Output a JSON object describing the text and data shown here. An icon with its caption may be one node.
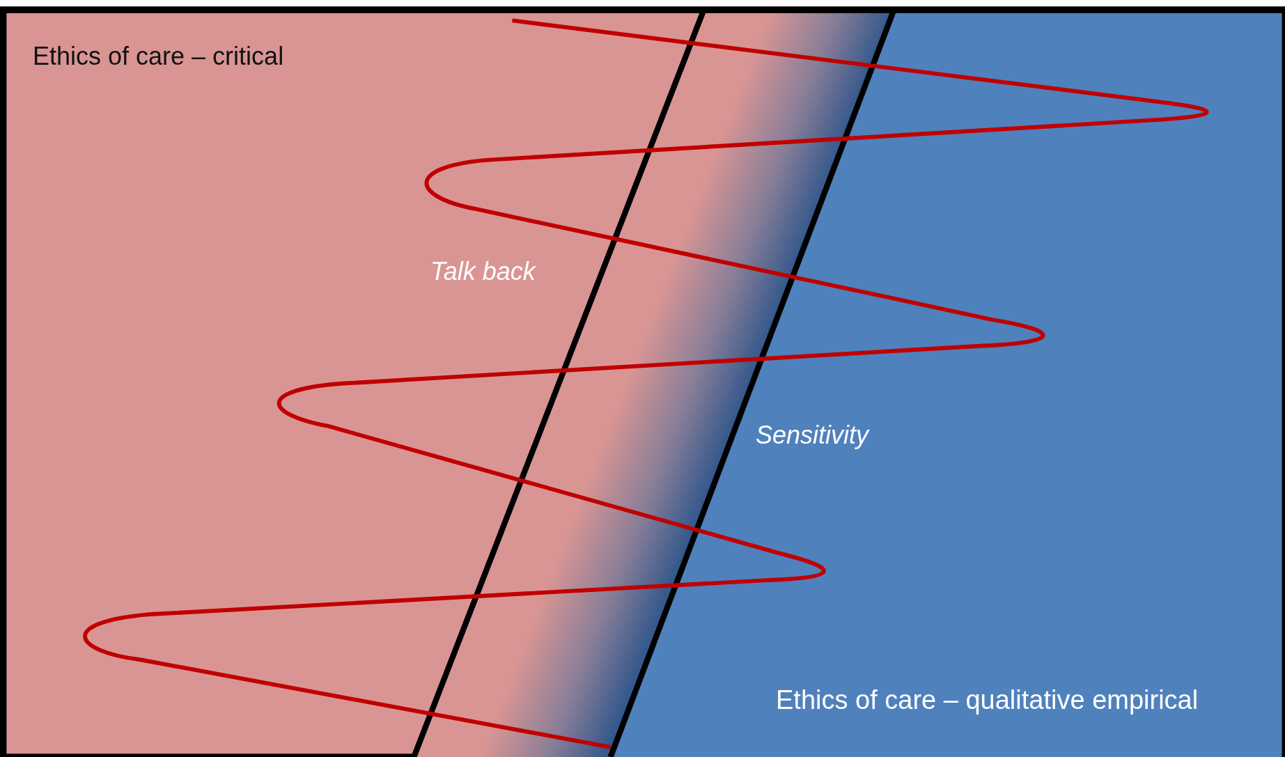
{
  "diagram": {
    "labels": [
      "Ethics of care – critical",
      "Talk back",
      "Sensitivity",
      "Ethics of care – qualitative empirical"
    ]
  }
}
